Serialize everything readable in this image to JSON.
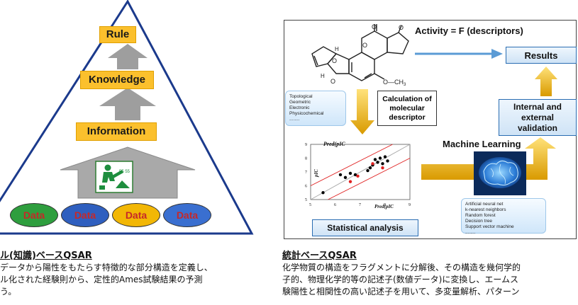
{
  "pyramid": {
    "levels": [
      "Rule",
      "Knowledge",
      "Information"
    ],
    "data_nodes": [
      {
        "label": "Data",
        "color": "#2e9e3e"
      },
      {
        "label": "Data",
        "color": "#2f5fbf"
      },
      {
        "label": "Data",
        "color": "#f2b705"
      },
      {
        "label": "Data",
        "color": "#3a6fd0"
      }
    ],
    "worker_sign_text": "55 55"
  },
  "statistical": {
    "activity_formula": "Activity =  F (descriptors)",
    "results": "Results",
    "validation": "Internal and external validation",
    "calculation": "Calculation of molecular descriptor",
    "descriptor_types": [
      "Topological",
      "Geometric",
      "Electronic",
      "Physicochemical",
      "........"
    ],
    "machine_learning": "Machine Learning",
    "ml_methods": [
      "Artificial neural net",
      "k-nearest neighbors",
      "Random forest",
      "Decision tree",
      "Support vector machine",
      "........"
    ],
    "statistical_analysis": "Statistical analysis",
    "plot_title": "Pred(pIC",
    "plot_xlabel": "Pred(pIC",
    "plot_ylabel": "pIC",
    "molecule_label": "O—CH"
  },
  "chart_data": {
    "type": "scatter",
    "title": "Pred(pIC50 PIM 1) / pIC50",
    "xlabel": "Pred(pIC50)",
    "ylabel": "pIC50",
    "xlim": [
      5,
      9
    ],
    "ylim": [
      5,
      9
    ],
    "x_ticks": [
      5,
      6,
      7,
      8,
      9
    ],
    "y_ticks": [
      5,
      6,
      7,
      8,
      9
    ],
    "series": [
      {
        "color": "#000000",
        "points": [
          [
            5.5,
            5.5
          ],
          [
            6.4,
            6.6
          ],
          [
            6.6,
            6.9
          ],
          [
            6.8,
            6.8
          ],
          [
            7.4,
            7.3
          ],
          [
            7.5,
            7.5
          ],
          [
            7.6,
            7.9
          ],
          [
            7.7,
            7.7
          ],
          [
            7.8,
            8.0
          ],
          [
            7.9,
            7.6
          ],
          [
            8.0,
            8.1
          ],
          [
            8.1,
            7.8
          ],
          [
            7.3,
            7.1
          ],
          [
            6.2,
            6.8
          ]
        ]
      },
      {
        "color": "#e02020",
        "points": [
          [
            6.6,
            6.3
          ],
          [
            7.5,
            7.6
          ],
          [
            7.9,
            7.3
          ],
          [
            6.9,
            6.7
          ]
        ]
      }
    ]
  },
  "text_left": {
    "title": "ル(知識)ベースQSAR",
    "lines": [
      "データから陽性をもたらす特徴的な部分構造を定義し、",
      "ル化された経験則から、定性的Ames試験結果の予測",
      "う。"
    ]
  },
  "text_right": {
    "title": "統計ベースQSAR",
    "lines": [
      "化学物質の構造をフラグメントに分解後、その構造を幾何学的",
      "子的、物理化学的等の記述子(数値データ)に変換し、エームス",
      "験陽性と相関性の高い記述子を用いて、多変量解析、パターン"
    ]
  }
}
